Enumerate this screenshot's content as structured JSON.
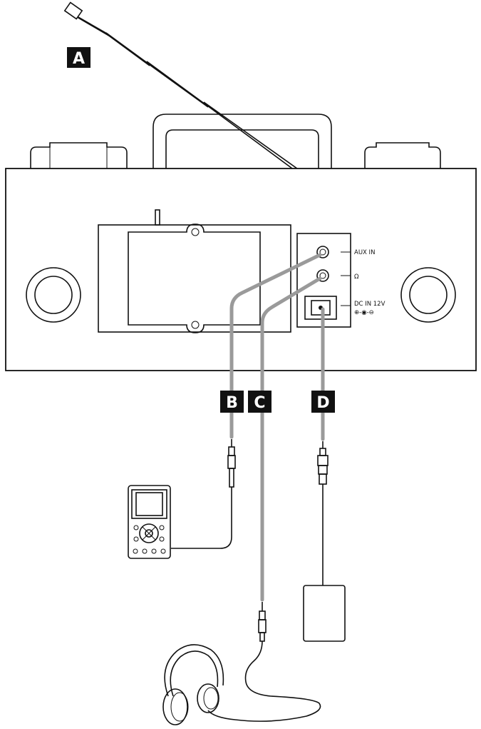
{
  "callouts": {
    "a": "A",
    "b": "B",
    "c": "C",
    "d": "D"
  },
  "ports": {
    "aux_in": "AUX IN",
    "headphones": "Ω",
    "dc_in": "DC IN 12V",
    "dc_polarity": "⊕-◉-⊖"
  },
  "colors": {
    "line": "#111111",
    "cable_highlight": "#9a9a9a",
    "badge": "#111111",
    "background": "#ffffff"
  },
  "icons": [
    "antenna-icon",
    "mp3-player-icon",
    "headphones-icon",
    "power-adapter-icon",
    "speaker-icon",
    "handle-icon"
  ]
}
